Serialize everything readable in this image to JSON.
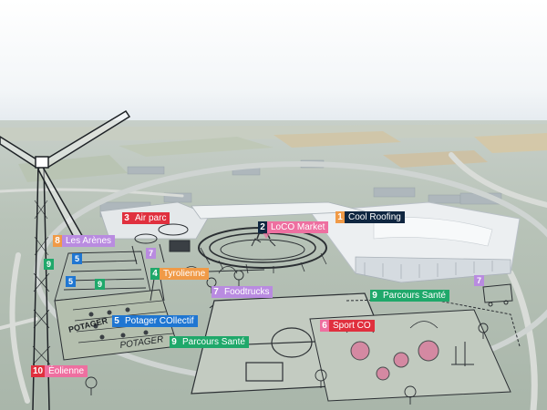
{
  "colors": {
    "red": "#e0303e",
    "orange": "#f09a47",
    "violet": "#b98be0",
    "blue": "#1f76d2",
    "green": "#1fa86a",
    "navy": "#0f2640",
    "pink": "#ee6fa0"
  },
  "labels": {
    "air_parc": {
      "num": "3",
      "text": "Air parc"
    },
    "loco_market": {
      "num": "2",
      "text": "LoCO Market"
    },
    "cool_roofing": {
      "num": "1",
      "text": "Cool Roofing"
    },
    "les_arenes": {
      "num": "8",
      "text": "Les Arènes"
    },
    "tyrolienne": {
      "num": "4",
      "text": "Tyrolienne"
    },
    "foodtrucks": {
      "num": "7",
      "text": "Foodtrucks"
    },
    "parcours_sante_right": {
      "num": "9",
      "text": "Parcours Santé"
    },
    "potager": {
      "num": "5",
      "text": "Potager COllectif"
    },
    "parcours_sante_center": {
      "num": "9",
      "text": "Parcours Santé"
    },
    "sport_co": {
      "num": "6",
      "text": "Sport CO"
    },
    "eolienne": {
      "num": "10",
      "text": "Éolienne"
    }
  },
  "markers": {
    "m7a": "7",
    "m9a": "9",
    "m5a": "5",
    "m5b": "5",
    "m9b": "9",
    "m7b": "7"
  },
  "sketch_texts": {
    "potager_sign": "POTAGER",
    "potager_field": "POTAGER"
  }
}
